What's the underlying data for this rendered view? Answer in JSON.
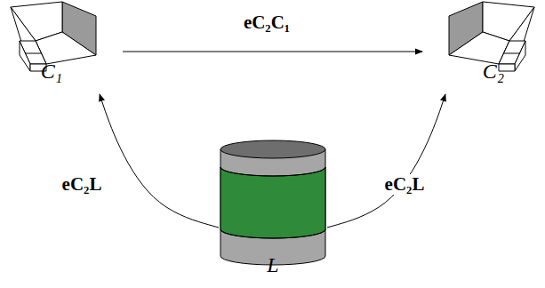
{
  "diagram": {
    "nodes": [
      {
        "text": [
          "C₁"
        ]
      },
      {
        "text": [
          "C₂"
        ]
      },
      {
        "text": [
          "L"
        ]
      }
    ],
    "edges": [
      {
        "from": 0,
        "to": 1,
        "arrow": "to",
        "label": "eC₂C₁"
      },
      {
        "from": 2,
        "to": 0,
        "arrow": "to",
        "label": "eC₂L"
      },
      {
        "from": 2,
        "to": 1,
        "arrow": "to",
        "label": "eC₂L"
      }
    ]
  }
}
